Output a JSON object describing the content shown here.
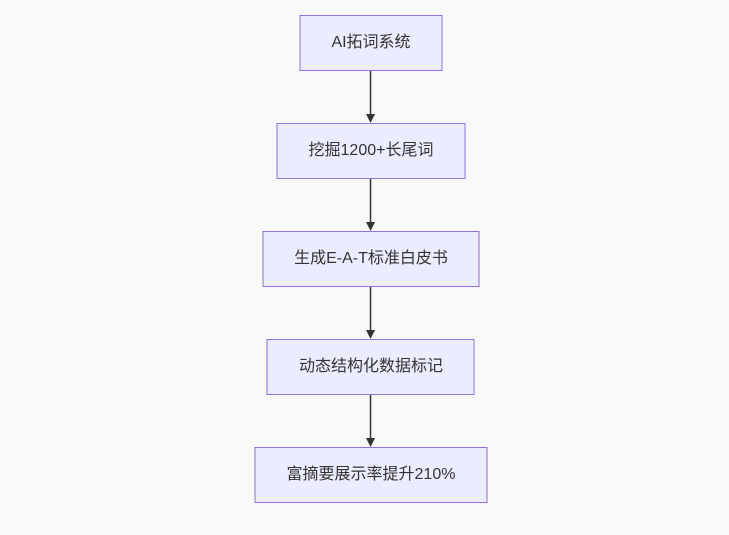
{
  "flowchart": {
    "type": "flowchart",
    "direction": "top-down",
    "nodes": [
      {
        "id": "n1",
        "label": "AI拓词系统"
      },
      {
        "id": "n2",
        "label": "挖掘1200+长尾词"
      },
      {
        "id": "n3",
        "label": "生成E-A-T标准白皮书"
      },
      {
        "id": "n4",
        "label": "动态结构化数据标记"
      },
      {
        "id": "n5",
        "label": "富摘要展示率提升210%"
      }
    ],
    "edges": [
      {
        "from": "n1",
        "to": "n2"
      },
      {
        "from": "n2",
        "to": "n3"
      },
      {
        "from": "n3",
        "to": "n4"
      },
      {
        "from": "n4",
        "to": "n5"
      }
    ],
    "colors": {
      "background": "#f8f8f8",
      "node_fill": "#ECECFF",
      "node_border": "#9370DB",
      "text": "#333333",
      "arrow": "#333333"
    }
  }
}
